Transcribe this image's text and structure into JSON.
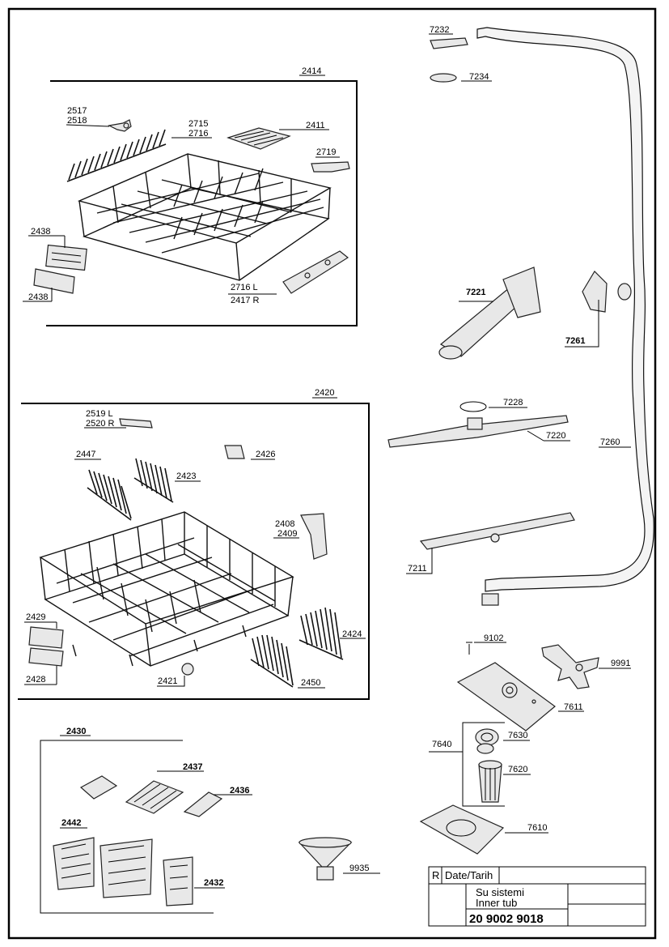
{
  "parts": {
    "p7232": "7232",
    "p7234": "7234",
    "p2414": "2414",
    "p2517": "2517",
    "p2518": "2518",
    "p2715": "2715",
    "p2716": "2716",
    "p2411": "2411",
    "p2719": "2719",
    "p2438a": "2438",
    "p2438b": "2438",
    "p2716L": "2716 L",
    "p2417R": "2417 R",
    "p7221": "7221",
    "p7261": "7261",
    "p7228": "7228",
    "p7220": "7220",
    "p7260": "7260",
    "p7211": "7211",
    "p2420": "2420",
    "p2519L": "2519 L",
    "p2520R": "2520 R",
    "p2426": "2426",
    "p2447": "2447",
    "p2423": "2423",
    "p2408": "2408",
    "p2409": "2409",
    "p2429": "2429",
    "p2428": "2428",
    "p2424": "2424",
    "p2421": "2421",
    "p2450": "2450",
    "p9102": "9102",
    "p9991": "9991",
    "p7611": "7611",
    "p7640": "7640",
    "p7630": "7630",
    "p7620": "7620",
    "p7610": "7610",
    "p2430": "2430",
    "p2437": "2437",
    "p2436": "2436",
    "p2442": "2442",
    "p2432": "2432",
    "p9935": "9935"
  },
  "title_block": {
    "rev": "R",
    "date_label": "Date/Tarih",
    "desc_tr": "Su sistemi",
    "desc_en": "Inner tub",
    "doc_number": "20 9002 9018"
  }
}
